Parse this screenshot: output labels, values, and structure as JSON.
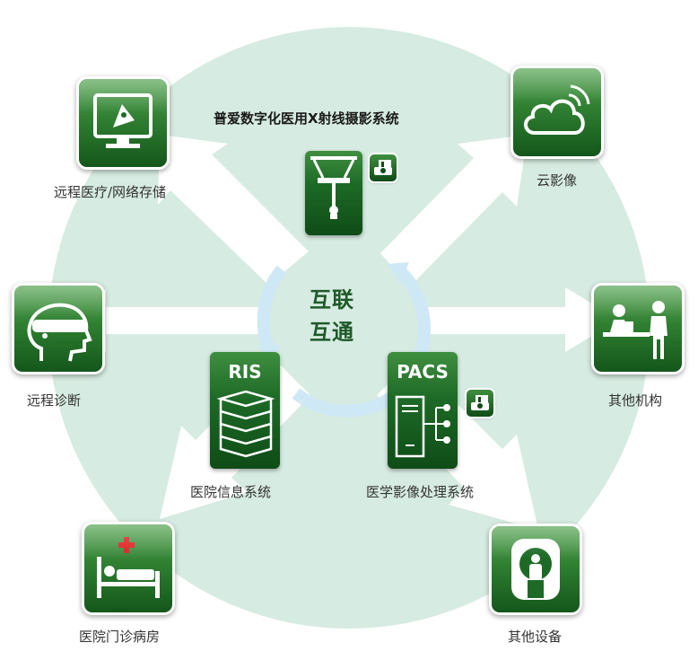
{
  "center": {
    "line1": "互联",
    "line2": "互通"
  },
  "top_system": {
    "title": "普爱数字化医用X射线摄影系统"
  },
  "nodes": {
    "remote_medical": {
      "label": "远程医疗/网络存储",
      "icon": "monitor-rocket-icon"
    },
    "cloud_imaging": {
      "label": "云影像",
      "icon": "cloud-signal-icon"
    },
    "remote_diagnosis": {
      "label": "远程诊断",
      "icon": "vr-headset-icon"
    },
    "other_institutions": {
      "label": "其他机构",
      "icon": "reception-desk-icon"
    },
    "ward": {
      "label": "医院门诊病房",
      "icon": "hospital-bed-icon"
    },
    "other_equipment": {
      "label": "其他设备",
      "icon": "ct-scanner-icon"
    },
    "ris": {
      "heading": "RIS",
      "label": "医院信息系统",
      "icon": "server-stack-icon"
    },
    "pacs": {
      "heading": "PACS",
      "label": "医学影像处理系统",
      "icon": "tower-network-icon"
    },
    "xray": {
      "icon": "xray-machine-icon"
    }
  },
  "colors": {
    "circle_fill": "#d6ebe1",
    "tile_green": "#2f7f31",
    "arrow_white": "#ffffff",
    "cycle_blue": "#cfe8f5",
    "center_text": "#1f5a2a"
  }
}
